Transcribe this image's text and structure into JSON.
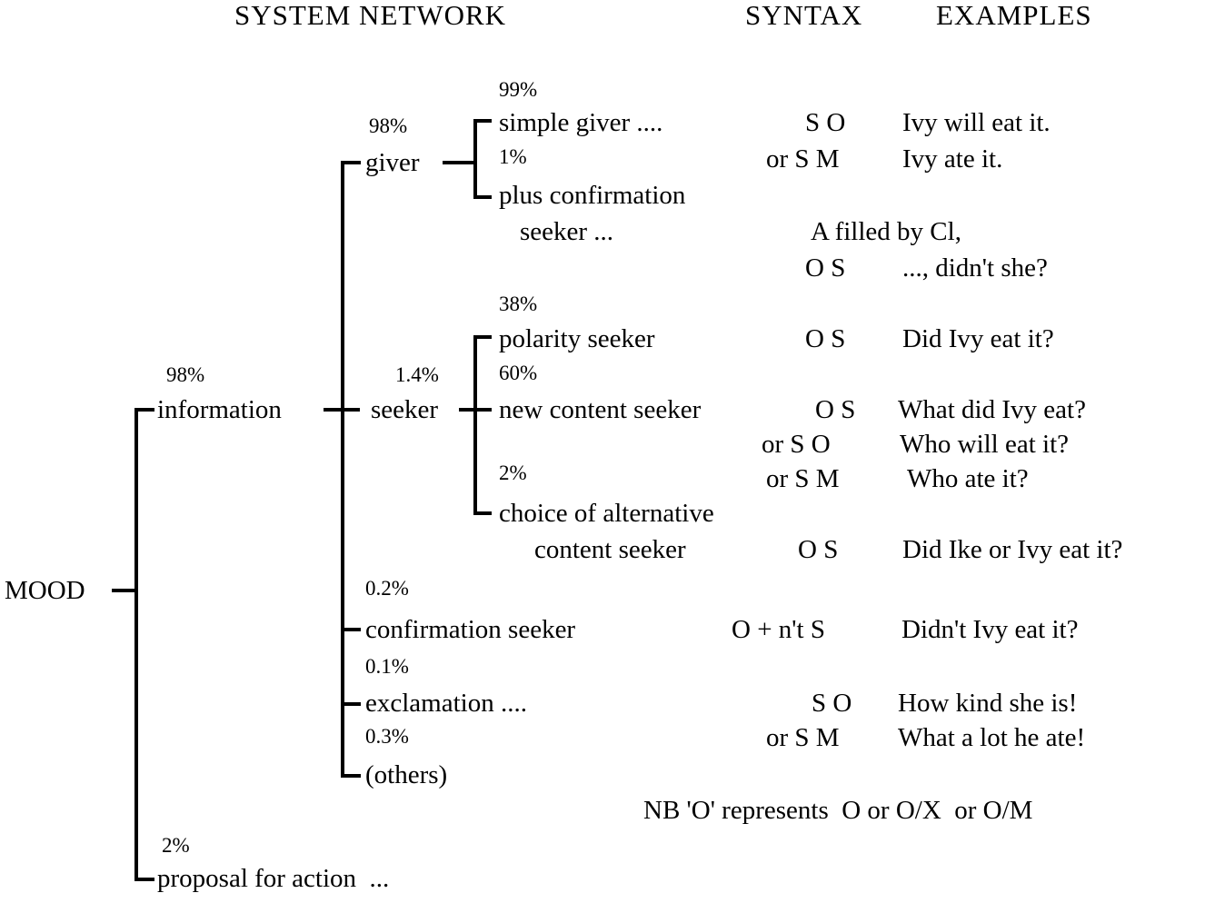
{
  "headers": {
    "system_network": "SYSTEM NETWORK",
    "syntax": "SYNTAX",
    "examples": "EXAMPLES"
  },
  "mood": {
    "label": "MOOD"
  },
  "information": {
    "percent": "98%",
    "label": "information"
  },
  "proposal": {
    "percent": "2%",
    "label": "proposal for action  ..."
  },
  "giver": {
    "percent": "98%",
    "label": "giver"
  },
  "seeker": {
    "percent": "1.4%",
    "label": "seeker"
  },
  "simple_giver": {
    "percent": "99%",
    "label": "simple giver ....",
    "syntax": "S O",
    "example": "Ivy will eat it.",
    "syntax2": "or S M",
    "example2": "Ivy ate it."
  },
  "plus_confirmation": {
    "percent": "1%",
    "label_line1": "plus confirmation",
    "label_line2": "seeker ...",
    "syntax1": "A filled by Cl,",
    "syntax2": "O S",
    "example": "..., didn't she?"
  },
  "polarity_seeker": {
    "percent": "38%",
    "label": "polarity seeker",
    "syntax": "O S",
    "example": "Did Ivy eat it?"
  },
  "new_content_seeker": {
    "percent": "60%",
    "label": "new content seeker",
    "syntax": "O S",
    "example": "What did Ivy eat?",
    "syntax2": "or S O",
    "example2": "Who will eat it?",
    "syntax3": "or S M",
    "example3": "Who ate it?"
  },
  "choice_alternative": {
    "percent": "2%",
    "label_line1": "choice of alternative",
    "label_line2": "content seeker",
    "syntax": "O S",
    "example": "Did Ike or Ivy eat it?"
  },
  "confirmation_seeker": {
    "percent": "0.2%",
    "label": "confirmation seeker",
    "syntax": "O + n't S",
    "example": "Didn't Ivy eat it?"
  },
  "exclamation": {
    "percent": "0.1%",
    "label": "exclamation ....",
    "syntax": "S O",
    "example": "How kind she is!",
    "syntax2": "or S M",
    "example2": "What a lot he ate!"
  },
  "others": {
    "percent": "0.3%",
    "label": "(others)"
  },
  "note": "NB 'O' represents  O or O/X  or O/M"
}
